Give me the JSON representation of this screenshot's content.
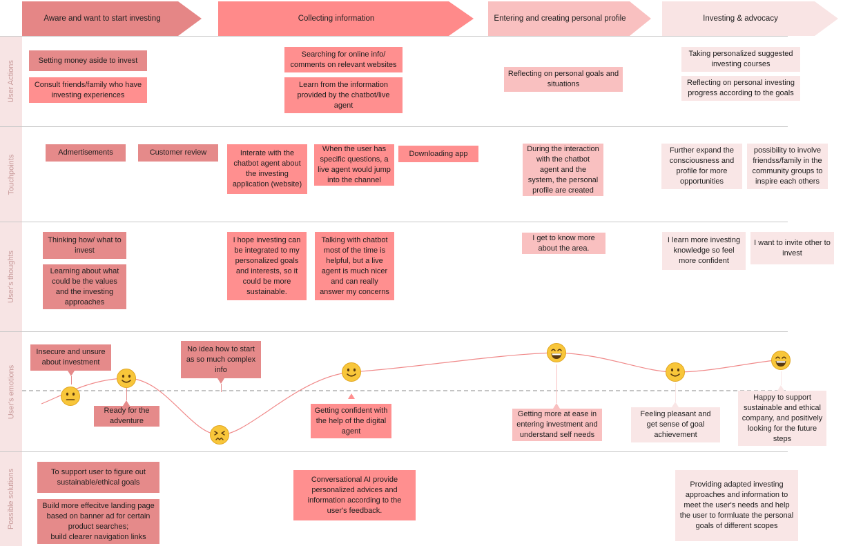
{
  "stages": [
    "Aware and  want to start investing",
    "Collecting information",
    "Entering and creating personal profile",
    "Investing & advocacy"
  ],
  "rows": [
    "User Actions",
    "Touchpoints",
    "User's thoughts",
    "User's emotions",
    "Possible solutions"
  ],
  "actions": {
    "save_money": "Setting money aside to invest",
    "consult": "Consult friends/family who have investing experiences",
    "search": "Searching for online info/ comments on relevant websites",
    "learn": "Learn from the information provided by the chatbot/live agent",
    "reflect_goals": "Reflecting on personal goals and situations",
    "take_courses": "Taking personalized suggested investing courses",
    "reflect_progress": "Reflecting on personal investing progress according to the goals"
  },
  "touchpoints": {
    "ads": "Admertisements",
    "review": "Customer review",
    "chatbot": "Interate with the chatbot agent about the investing application (website)",
    "live_agent": "When the user has specific questions, a live agent would jump into the channel",
    "download": "Downloading app",
    "profile": "During the interaction with the chatbot agent and the system, the personal profile are created",
    "expand": "Further expand the consciousness and profile for more opportunities",
    "involve": "possibility to involve friendss/family in the community groups to inspire each others"
  },
  "thoughts": {
    "how_what": "Thinking how/ what to invest",
    "values": "Learning about what could be the values and the investing approaches",
    "integrated": "I hope investing can be integrated to my personalized goals and interests, so it could be more sustainable.",
    "chatbot_helpful": "Talking with chatbot most of the time is helpful, but a live agent is much nicer and can really answer my concerns",
    "know_more": "I get to know more about the area.",
    "confident": "I learn more investing knowledge so feel more confident",
    "invite": "I want to invite other to invest"
  },
  "emotions": {
    "insecure": "Insecure and unsure about investment",
    "ready": "Ready for the adventure",
    "no_idea": "No idea how to start as so much complex info",
    "getting_confident": "Getting confident with the help of the digital agent",
    "at_ease": "Getting more at ease in entering investment and understand self needs",
    "pleasant": "Feeling pleasant and get sense of goal achievement",
    "happy": "Happy to support sustainable and ethical company, and positively looking for the future steps"
  },
  "solutions": {
    "figure_out": "To support user to figure out sustainable/ethical  goals",
    "landing": "Build more effecitve landing page based on banner ad for certain product searches;\nbuild clearer navigation links",
    "conversational": "Conversational AI provide personalized advices and information according to the user's feedback.",
    "adapted": "Providing adapted investing approaches and information to meet the user's needs and help the user to formluate the personal goals of different scopes"
  },
  "emotion_faces": [
    "neutral-face",
    "smiling-face",
    "persevering-face",
    "smiling-face",
    "grinning-face",
    "smiling-face",
    "grinning-face"
  ],
  "colors": {
    "stage1": "#e58686",
    "stage2": "#ff8a8a",
    "stage3": "#f9c0c0",
    "stage4": "#f9e4e4",
    "band": "#f7e4e4",
    "curve": "#f08a8a"
  }
}
